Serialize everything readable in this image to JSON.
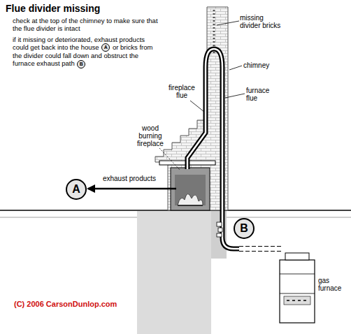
{
  "diagram": {
    "title": "Flue divider missing",
    "nodes": [
      {
        "text": [
          "A"
        ]
      },
      {
        "text": [
          "B"
        ]
      }
    ],
    "labels": [
      "check at the top of the chimney to make sure that the flue divider is intact",
      "if it missing or deteriorated, exhaust products could get back into the house",
      "A",
      "or bricks from the divider could fall down and obstruct the furnace exhaust path",
      "B",
      "missing divider bricks",
      "chimney",
      "fireplace flue",
      "furnace flue",
      "wood burning fireplace",
      "exhaust products",
      "gas furnace",
      "(C) 2006 CarsonDunlop.com"
    ]
  }
}
